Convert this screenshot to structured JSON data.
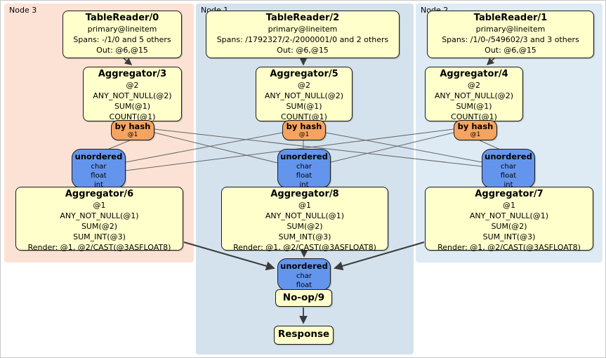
{
  "regions": {
    "node3": {
      "label": "Node 3"
    },
    "node1": {
      "label": "Node 1"
    },
    "node2": {
      "label": "Node 2"
    }
  },
  "processors": {
    "tr0": {
      "title": "TableReader/0",
      "lines": [
        "primary@lineitem",
        "Spans: -/1/0 and 5 others",
        "Out: @6,@15"
      ]
    },
    "tr2": {
      "title": "TableReader/2",
      "lines": [
        "primary@lineitem",
        "Spans: /1792327/2-/2000001/0 and 2 others",
        "Out: @6,@15"
      ]
    },
    "tr1": {
      "title": "TableReader/1",
      "lines": [
        "primary@lineitem",
        "Spans: /1/0-/549602/3 and 3 others",
        "Out: @6,@15"
      ]
    },
    "agg3": {
      "title": "Aggregator/3",
      "lines": [
        "@2",
        "ANY_NOT_NULL(@2)",
        "SUM(@1)",
        "COUNT(@1)"
      ]
    },
    "agg5": {
      "title": "Aggregator/5",
      "lines": [
        "@2",
        "ANY_NOT_NULL(@2)",
        "SUM(@1)",
        "COUNT(@1)"
      ]
    },
    "agg4": {
      "title": "Aggregator/4",
      "lines": [
        "@2",
        "ANY_NOT_NULL(@2)",
        "SUM(@1)",
        "COUNT(@1)"
      ]
    },
    "agg6": {
      "title": "Aggregator/6",
      "lines": [
        "@1",
        "ANY_NOT_NULL(@1)",
        "SUM(@2)",
        "SUM_INT(@3)",
        "Render: @1, @2/CAST(@3ASFLOAT8)"
      ]
    },
    "agg8": {
      "title": "Aggregator/8",
      "lines": [
        "@1",
        "ANY_NOT_NULL(@1)",
        "SUM(@2)",
        "SUM_INT(@3)",
        "Render: @1, @2/CAST(@3ASFLOAT8)"
      ]
    },
    "agg7": {
      "title": "Aggregator/7",
      "lines": [
        "@1",
        "ANY_NOT_NULL(@1)",
        "SUM(@2)",
        "SUM_INT(@3)",
        "Render: @1, @2/CAST(@3ASFLOAT8)"
      ]
    },
    "noop": {
      "title": "No-op/9"
    },
    "response": {
      "title": "Response"
    }
  },
  "routers": {
    "hash3": {
      "title": "by hash",
      "key": "@1"
    },
    "hash1": {
      "title": "by hash",
      "key": "@1"
    },
    "hash2": {
      "title": "by hash",
      "key": "@1"
    }
  },
  "syncs": {
    "unordered3": {
      "title": "unordered",
      "types": [
        "char",
        "float",
        "int"
      ]
    },
    "unordered1": {
      "title": "unordered",
      "types": [
        "char",
        "float",
        "int"
      ]
    },
    "unordered2": {
      "title": "unordered",
      "types": [
        "char",
        "float",
        "int"
      ]
    },
    "unorderedFinal": {
      "title": "unordered",
      "types": [
        "char",
        "float"
      ]
    }
  },
  "colors": {
    "node3_bg": "#fce2d5",
    "node1_bg": "#d4e2ed",
    "node2_bg": "#deeaf4",
    "processor_fill": "#ffffcb",
    "router_fill": "#f4a460",
    "sync_fill": "#6495ed",
    "edge": "#3b3b3b"
  }
}
